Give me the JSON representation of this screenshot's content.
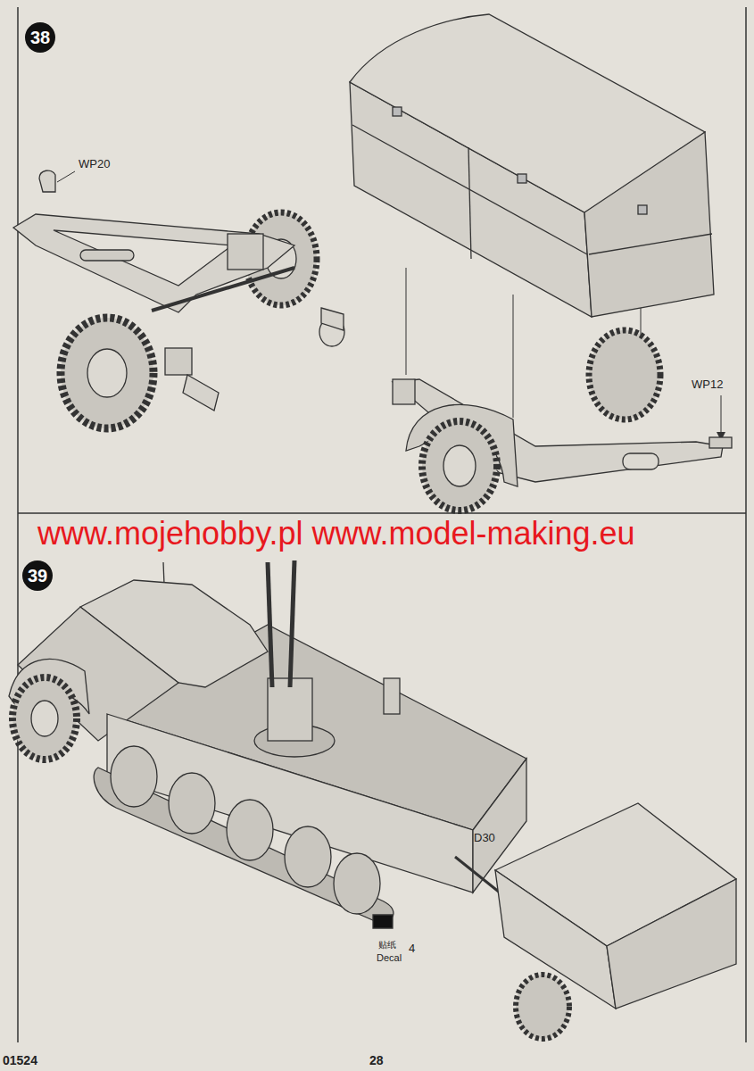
{
  "diagram": {
    "nodes": [
      {
        "text": [
          "38"
        ]
      },
      {
        "text": [
          "39"
        ]
      }
    ],
    "labels": [
      "WP20",
      "WP12",
      "www.mojehobby.pl www.model-making.eu",
      "D30",
      "4",
      "贴纸",
      "Decal",
      "01524",
      "28"
    ]
  }
}
